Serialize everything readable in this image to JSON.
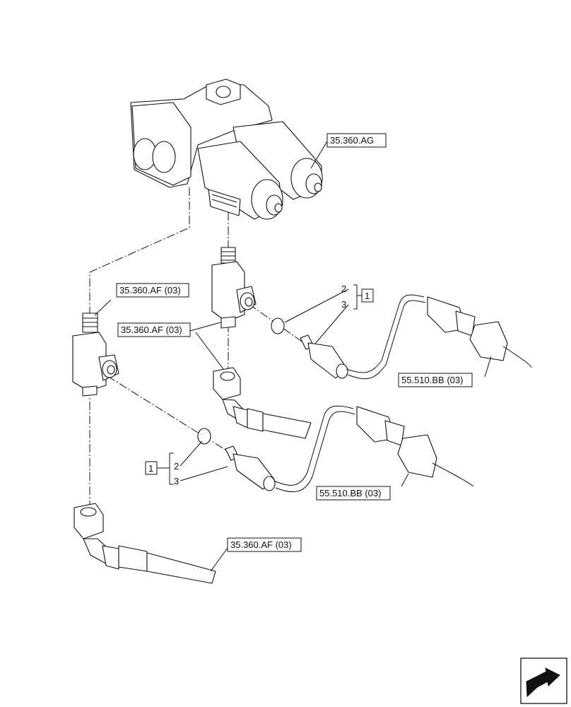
{
  "callouts": {
    "valve_assembly": "35.360.AG",
    "fitting_upper_left": "35.360.AF (03)",
    "fitting_mid": "35.360.AF (03)",
    "hose_lower": "35.360.AF (03)",
    "connector_upper": "55.510.BB (03)",
    "connector_lower": "55.510.BB (03)"
  },
  "item_groups": [
    {
      "item": "1",
      "sub_items": [
        "2",
        "3"
      ]
    },
    {
      "item": "1",
      "sub_items": [
        "2",
        "3"
      ]
    }
  ],
  "icons": {
    "corner": "next-page-arrow-icon"
  }
}
